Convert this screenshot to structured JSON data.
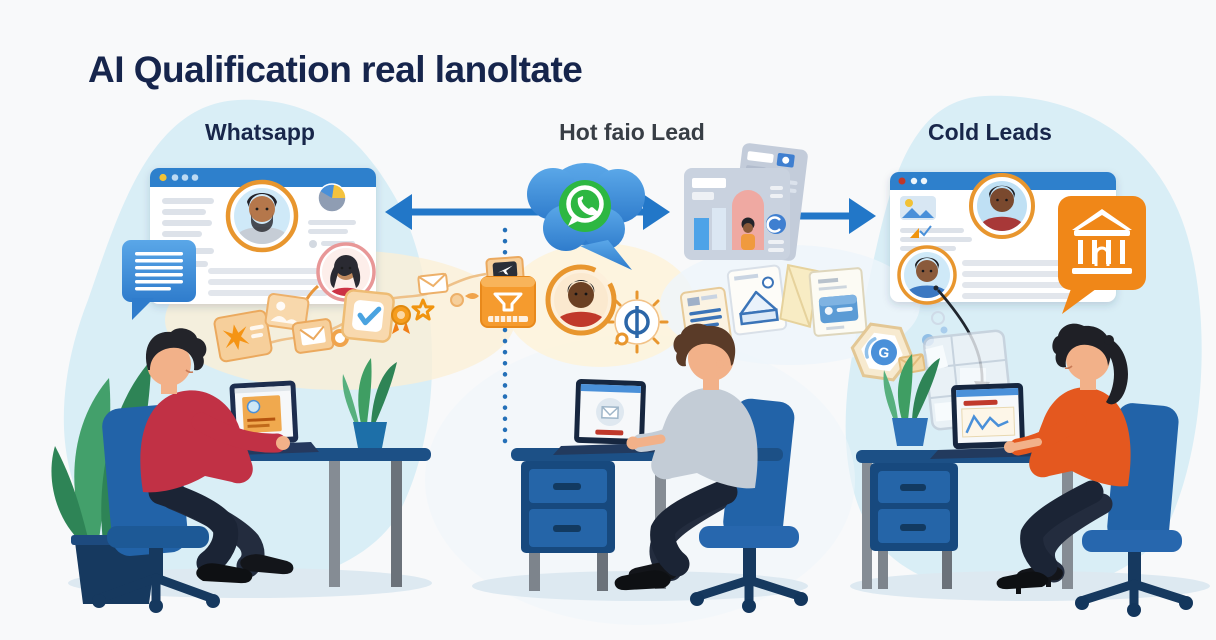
{
  "title": "AI Qualification real lanoltate",
  "sections": [
    {
      "id": "whatsapp",
      "label": "Whatsapp"
    },
    {
      "id": "hot-lead",
      "label": "Hot faio Lead"
    },
    {
      "id": "cold-leads",
      "label": "Cold Leads"
    }
  ],
  "badges": {
    "g": "G"
  },
  "icons": {
    "whatsapp": "whatsapp-icon",
    "chat_bubble": "chat-bubble-icon",
    "building_bubble": "building-bubble-icon",
    "pie_chart": "pie-chart-icon",
    "bar_chart_card": "bar-chart-card-icon",
    "envelope": "envelope-icon",
    "checkmark_card": "checkmark-card-icon",
    "star": "star-icon",
    "medal": "medal-icon",
    "funnel_box": "funnel-box-icon",
    "plane_card": "plane-card-icon",
    "gear_sun": "gear-sun-icon",
    "g_hexagon": "g-badge-hexagon-icon",
    "grid_sketch": "grid-sketch-icon",
    "flow_arrow": "flow-arrow-icon"
  },
  "colors": {
    "title_text": "#16254c",
    "label_muted": "#383e45",
    "accent_blue": "#2277c8",
    "titlebar_blue": "#2f80cc",
    "whatsapp_green": "#2db742",
    "orange": "#f08718",
    "tan": "#f2c288",
    "desk_navy": "#1c5086",
    "chair_blue": "#2263a8",
    "sweater_red": "#c13145",
    "shirt_gray": "#c3ccd6",
    "top_orange": "#e4581f",
    "blob_cyan": "#d9eef6"
  }
}
